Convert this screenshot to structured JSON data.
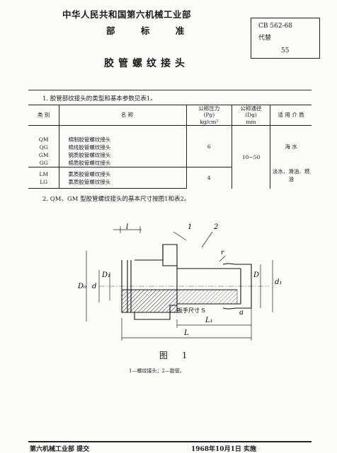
{
  "header": {
    "org": "中华人民共和国第六机械工业部",
    "standard": "部 标 准",
    "code": "CB 562-68",
    "replaces": "代替",
    "replaces_no": "55"
  },
  "title": "胶管螺纹接头",
  "section1": "1.  胶管部纹接头的类型和基本参数见表1。",
  "table": {
    "headers": {
      "type": "类  别",
      "name": "名                    称",
      "pressure": "公称压力",
      "pressure_sym": "(Pg)",
      "pressure_unit": "kg/cm²",
      "diameter": "公称通径",
      "diameter_sym": "(Dg)",
      "diameter_unit": "mm",
      "medium": "适 用 介 质"
    },
    "rows": [
      {
        "type": "QM",
        "name": "棉制胶管螺纹接头"
      },
      {
        "type": "QG",
        "name": "棉线胶管螺纹接头"
      },
      {
        "type": "GM",
        "name": "钢质胶管螺纹接头"
      },
      {
        "type": "GG",
        "name": "棉质胶管螺纹接头"
      },
      {
        "type": "LM",
        "name": "氯质胶管螺纹接头"
      },
      {
        "type": "LG",
        "name": "氯质胶管螺纹接头"
      }
    ],
    "pressure_values": [
      "6",
      "4"
    ],
    "diameter_value": "10~50",
    "medium_values": [
      "海 水",
      "淡水、滑油、燃油"
    ]
  },
  "section2": "2.  QM、GM 型胶管螺纹接头的基本尺寸按图1和表2。",
  "figure": {
    "labels": {
      "l": "l",
      "item1": "1",
      "item2": "2",
      "r": "r",
      "D0": "D₀",
      "d": "d",
      "D1": "D₁",
      "D": "D",
      "d1": "d₁",
      "a": "a",
      "L1": "L₁",
      "L": "L",
      "thread_note": "扳手尺寸 S"
    },
    "caption": "图 1",
    "note": "1—螺纹接头；2—胶管。"
  },
  "footer": {
    "publisher": "第六机械工业部 提交",
    "date": "1968年10月1日 实施"
  }
}
